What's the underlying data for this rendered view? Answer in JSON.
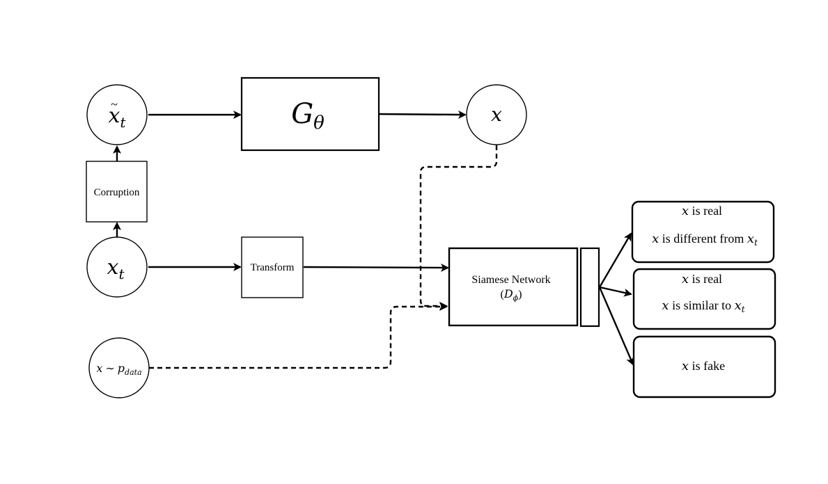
{
  "nodes": {
    "x_tilde_t": {
      "base": "x",
      "sub": "t"
    },
    "g_theta": {
      "base": "G",
      "sub": "θ"
    },
    "x_out": {
      "label": "x"
    },
    "corruption": {
      "label": "Corruption"
    },
    "x_t": {
      "base": "x",
      "sub": "t"
    },
    "transform": {
      "label": "Transform"
    },
    "x_pdata": {
      "var": "x",
      "sim": "∼",
      "base": "p",
      "sub": "data"
    },
    "siamese": {
      "line1": "Siamese Network",
      "line2_base": "D",
      "line2_sub": "ϕ"
    }
  },
  "outputs": [
    {
      "id": "out-real-different",
      "line1_var": "x",
      "line1_text": " is real",
      "line2_var": "x",
      "line2_text": " is different from ",
      "line2_end_base": "x",
      "line2_end_sub": "t"
    },
    {
      "id": "out-real-similar",
      "line1_var": "x",
      "line1_text": " is real",
      "line2_var": "x",
      "line2_text": " is similar to ",
      "line2_end_base": "x",
      "line2_end_sub": "t"
    },
    {
      "id": "out-fake",
      "line1_var": "x",
      "line1_text": " is fake"
    }
  ]
}
